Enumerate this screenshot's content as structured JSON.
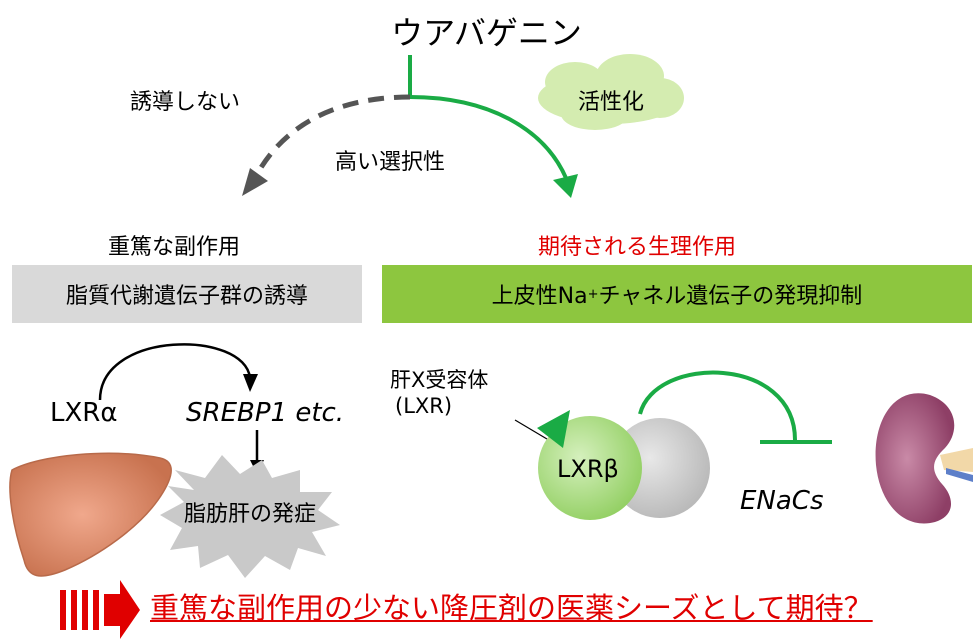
{
  "compound": "ウアバゲニン",
  "no_induction_label": "誘導しない",
  "activation_label": "活性化",
  "selectivity_label": "高い選択性",
  "side_effect_heading": "重篤な副作用",
  "expected_heading": "期待される生理作用",
  "gray_box_text": "脂質代謝遺伝子群の誘導",
  "green_box_parts": {
    "before": "上皮性Na",
    "sup": "+",
    "after": "チャネル遺伝子の発現抑制"
  },
  "lxr_alpha": "LXRα",
  "srebp": "SREBP1 etc.",
  "fatty_liver": "脂肪肝の発症",
  "receptor_label_line1": "肝X受容体",
  "receptor_label_line2": "(LXR)",
  "lxr_beta": "LXRβ",
  "enacs": "ENaCs",
  "conclusion": "重篤な副作用の少ない降圧剤の医薬シーズとして期待？",
  "colors": {
    "green_box": "#8dc63f",
    "gray_box": "#d9d9d9",
    "arrow_green": "#1aab45",
    "red": "#e00000",
    "cloud": "#d4ecb0",
    "lxr_beta_circle": "#a9db84"
  }
}
